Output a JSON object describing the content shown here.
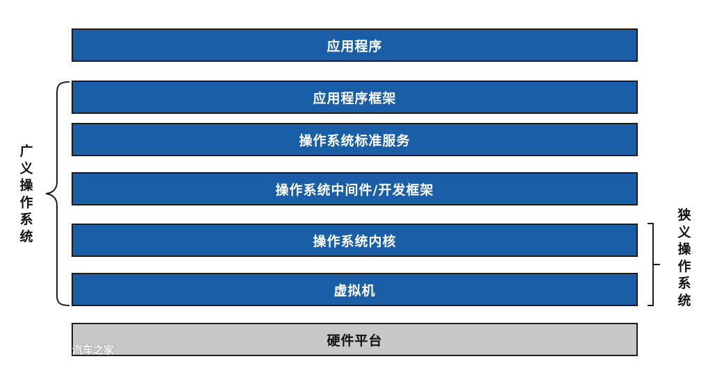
{
  "layers": [
    {
      "id": "app",
      "label": "应用程序",
      "style": "blue"
    },
    {
      "id": "framework",
      "label": "应用程序框架",
      "style": "blue"
    },
    {
      "id": "std-service",
      "label": "操作系统标准服务",
      "style": "blue"
    },
    {
      "id": "middleware",
      "label": "操作系统中间件/开发框架",
      "style": "blue"
    },
    {
      "id": "kernel",
      "label": "操作系统内核",
      "style": "blue"
    },
    {
      "id": "vm",
      "label": "虚拟机",
      "style": "blue"
    },
    {
      "id": "hardware",
      "label": "硬件平台",
      "style": "gray"
    }
  ],
  "labels": {
    "broad_os": "广义操作系统",
    "narrow_os": "狭义操作系统"
  },
  "watermark": "汽车之家",
  "colors": {
    "layer_blue": "#1a5ea8",
    "layer_gray": "#c8c8c8",
    "border": "#1c1c1c"
  }
}
